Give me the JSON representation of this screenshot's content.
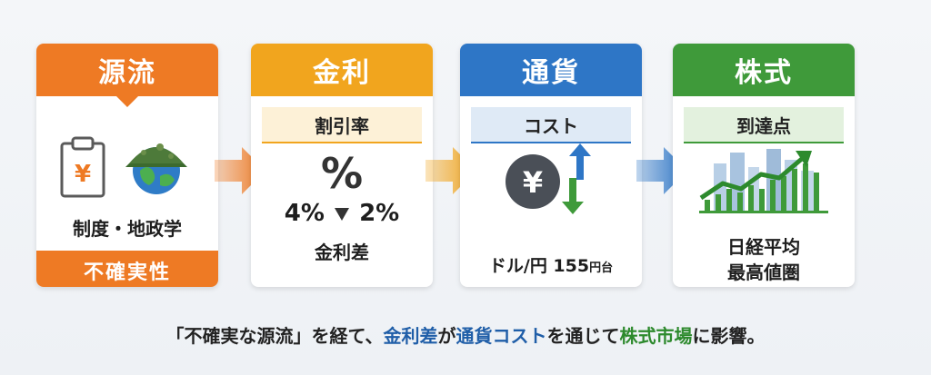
{
  "cards": [
    {
      "title": "源流",
      "subtitle": "",
      "label": "制度・地政学",
      "footer": "不確実性",
      "color": "#ee7a24",
      "light": "#fde9d6"
    },
    {
      "title": "金利",
      "subtitle": "割引率",
      "symbol": "%",
      "rate_from": "4%",
      "rate_to": "2%",
      "label": "金利差",
      "color": "#f1a51e",
      "light": "#fdf1d7"
    },
    {
      "title": "通貨",
      "subtitle": "コスト",
      "yen_symbol": "¥",
      "label_main": "ドル/円 155",
      "label_unit": "円台",
      "color": "#2e76c6",
      "light": "#dfeaf6"
    },
    {
      "title": "株式",
      "subtitle": "到達点",
      "label_line1": "日経平均",
      "label_line2": "最高値圏",
      "color": "#3f9a3a",
      "light": "#e3f1de"
    }
  ],
  "icons": [
    "clipboard-yen-icon",
    "globe-helmet-icon",
    "arrow-down-icon",
    "yen-coin-icon",
    "arrow-up-icon",
    "arrow-down-icon",
    "city-growth-chart-icon"
  ],
  "caption": {
    "part1": "「不確実な源流」を経て、",
    "part2": "金利差",
    "part3": "が",
    "part4": "通貨コスト",
    "part5": "を通じて",
    "part6": "株式市場",
    "part7": "に影響。"
  }
}
